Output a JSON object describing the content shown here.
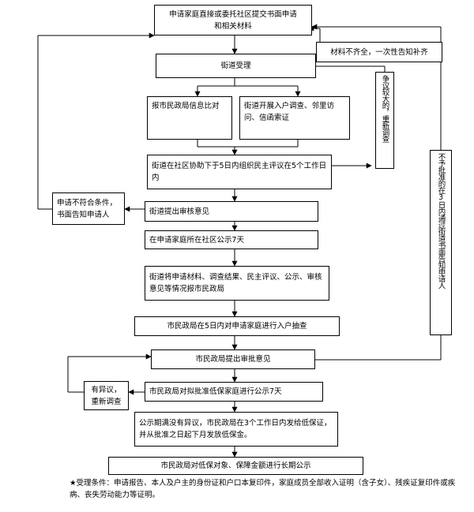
{
  "boxes": {
    "apply": "申请家庭直接或委托社区提交书面申请和相关材料",
    "street_accept": "街道受理",
    "incomplete": "材料不齐全，一次性告知补齐",
    "dispute": "争议较大的，重新调查",
    "report_bureau": "报市民政局信息比对",
    "street_investigate": "街道开展入户调查、邻里访问、信函索证",
    "evaluation": "街道在社区协助下于5日内组织民主评议在5个工作日内",
    "not_qualified": "申请不符合条件，书面告知申请人",
    "street_opinion": "街道提出审核意见",
    "publicize_community": "在申请家庭所在社区公示7天",
    "report_materials": "街道将申请材料、调查结果、民主评议、公示、审核意见等情况报市民政局",
    "spot_check": "市民政局在5日内对申请家庭进行入户抽查",
    "approval_opinion": "市民政局提出审批意见",
    "objection": "有异议，重新调查",
    "publicize_approved": "市民政局对拟批准低保家庭进行公示7天",
    "issue_cert": "公示期满没有异议，市民政局在3个工作日内发给低保证，并从批准之日起下月发放低保金。",
    "long_term": "市民政局对低保对象、保障金额进行长期公示",
    "not_approved": "不予批准的在3日内通过街道书面告知申请人"
  },
  "note": "★受理条件：申请报告、本人及户主的身份证和户口本复印件，家庭成员全部收入证明（含子女）、残疾证复印件或疾病、丧失劳动能力等证明。"
}
